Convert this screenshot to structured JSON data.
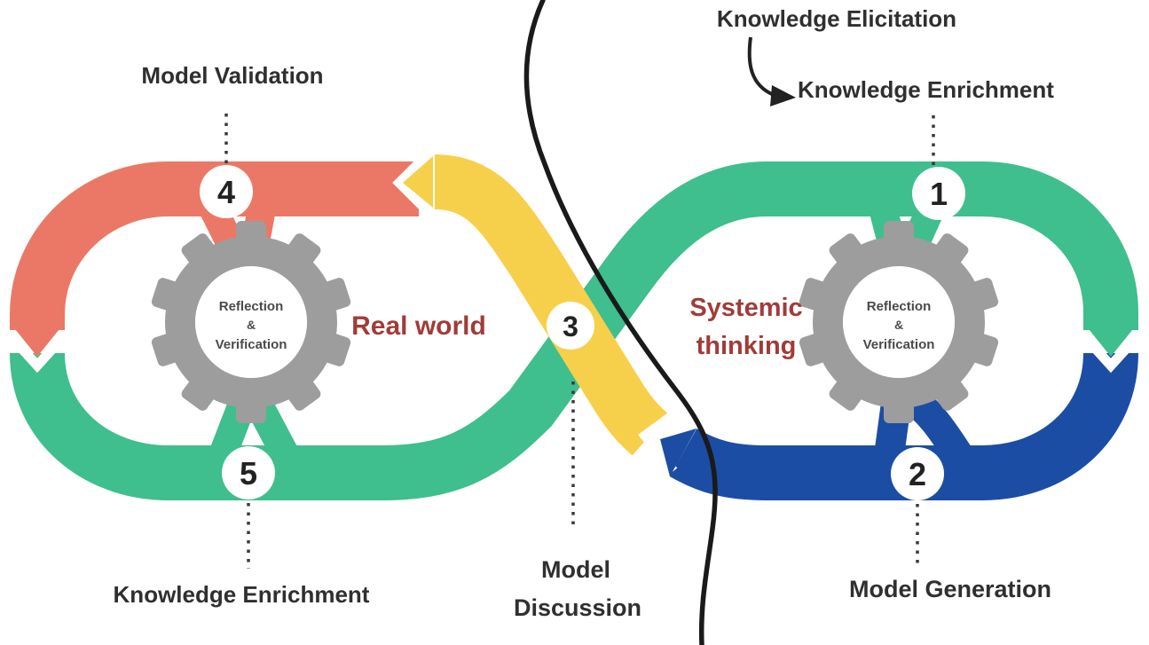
{
  "regions": {
    "left": "Real world",
    "right": "Systemic thinking",
    "right_line1": "Systemic",
    "right_line2": "thinking"
  },
  "steps": [
    {
      "number": "1",
      "label": "Knowledge Enrichment"
    },
    {
      "number": "2",
      "label": "Model Generation"
    },
    {
      "number": "3",
      "label": "Model Discussion"
    },
    {
      "number": "4",
      "label": "Model Validation"
    },
    {
      "number": "5",
      "label": "Knowledge Enrichment"
    }
  ],
  "labels": {
    "knowledge_elicitation": "Knowledge Elicitation",
    "model_discussion_line1": "Model",
    "model_discussion_line2": "Discussion"
  },
  "gear": {
    "line1": "Reflection",
    "line2": "&",
    "line3": "Verification"
  },
  "icons": {
    "elicitation_arrow": "curved-arrow-down-right-icon"
  },
  "colors": {
    "red": "#EB7867",
    "green": "#3FBE8E",
    "yellow": "#F7D04B",
    "blue": "#1C4DA4",
    "gear": "#9D9D9D",
    "gear_text": "#4A4A4A",
    "divider": "#1A1A1A",
    "region_text": "#A03C38",
    "label_text": "#2F2F2F",
    "background": "#FFFFFF"
  }
}
